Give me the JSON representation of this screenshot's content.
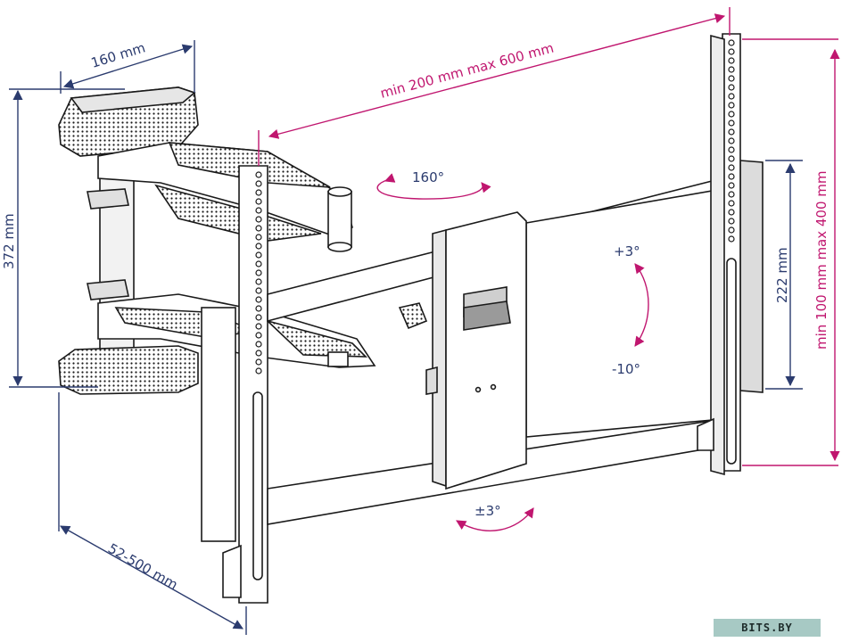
{
  "diagram": {
    "labels": {
      "arm_width": "160 mm",
      "arm_height": "372 mm",
      "depth_range": "52-500 mm",
      "horizontal_mounting": "min 200 mm max 600 mm",
      "swivel": "160°",
      "tilt_up": "+3°",
      "tilt_down": "-10°",
      "wall_plate_height": "222 mm",
      "vertical_mounting": "min 100 mm max 400 mm",
      "level": "±3°"
    },
    "colors": {
      "dimension_blue": "#2b3b6e",
      "dimension_pink": "#c0166f",
      "outline": "#1a1a1a",
      "metal_shade": "#d9d9d9"
    }
  },
  "watermark": {
    "text": "BITS.BY"
  }
}
